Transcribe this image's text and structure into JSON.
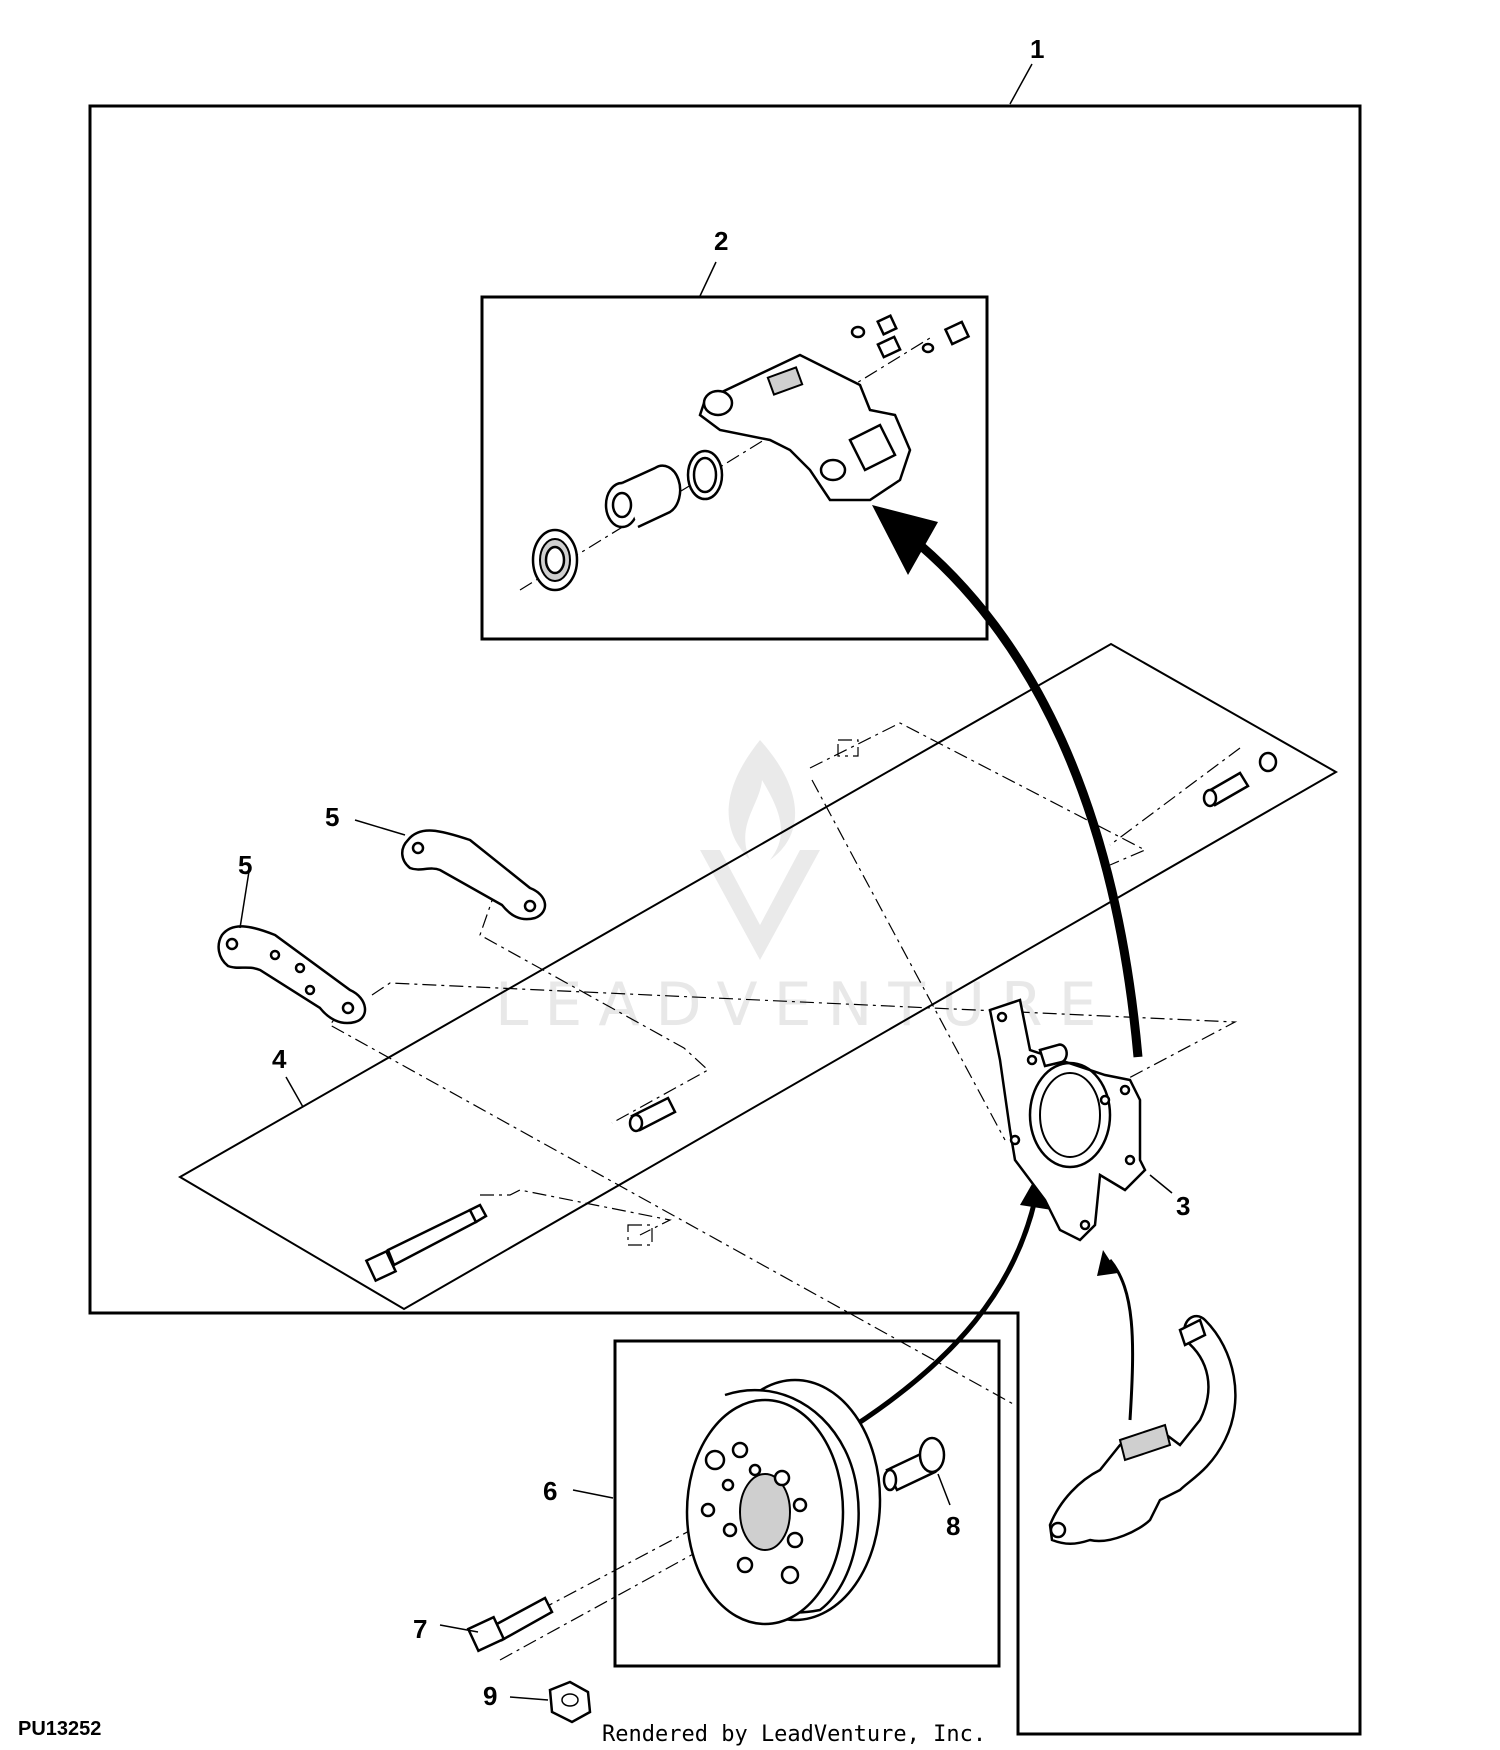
{
  "diagram": {
    "callouts": {
      "c1": "1",
      "c2": "2",
      "c3": "3",
      "c4": "4",
      "c5a": "5",
      "c5b": "5",
      "c6": "6",
      "c7": "7",
      "c8": "8",
      "c9": "9"
    },
    "figure_id": "PU13252",
    "footer": "Rendered by LeadVenture, Inc.",
    "watermark": "LEADVENTURE"
  }
}
